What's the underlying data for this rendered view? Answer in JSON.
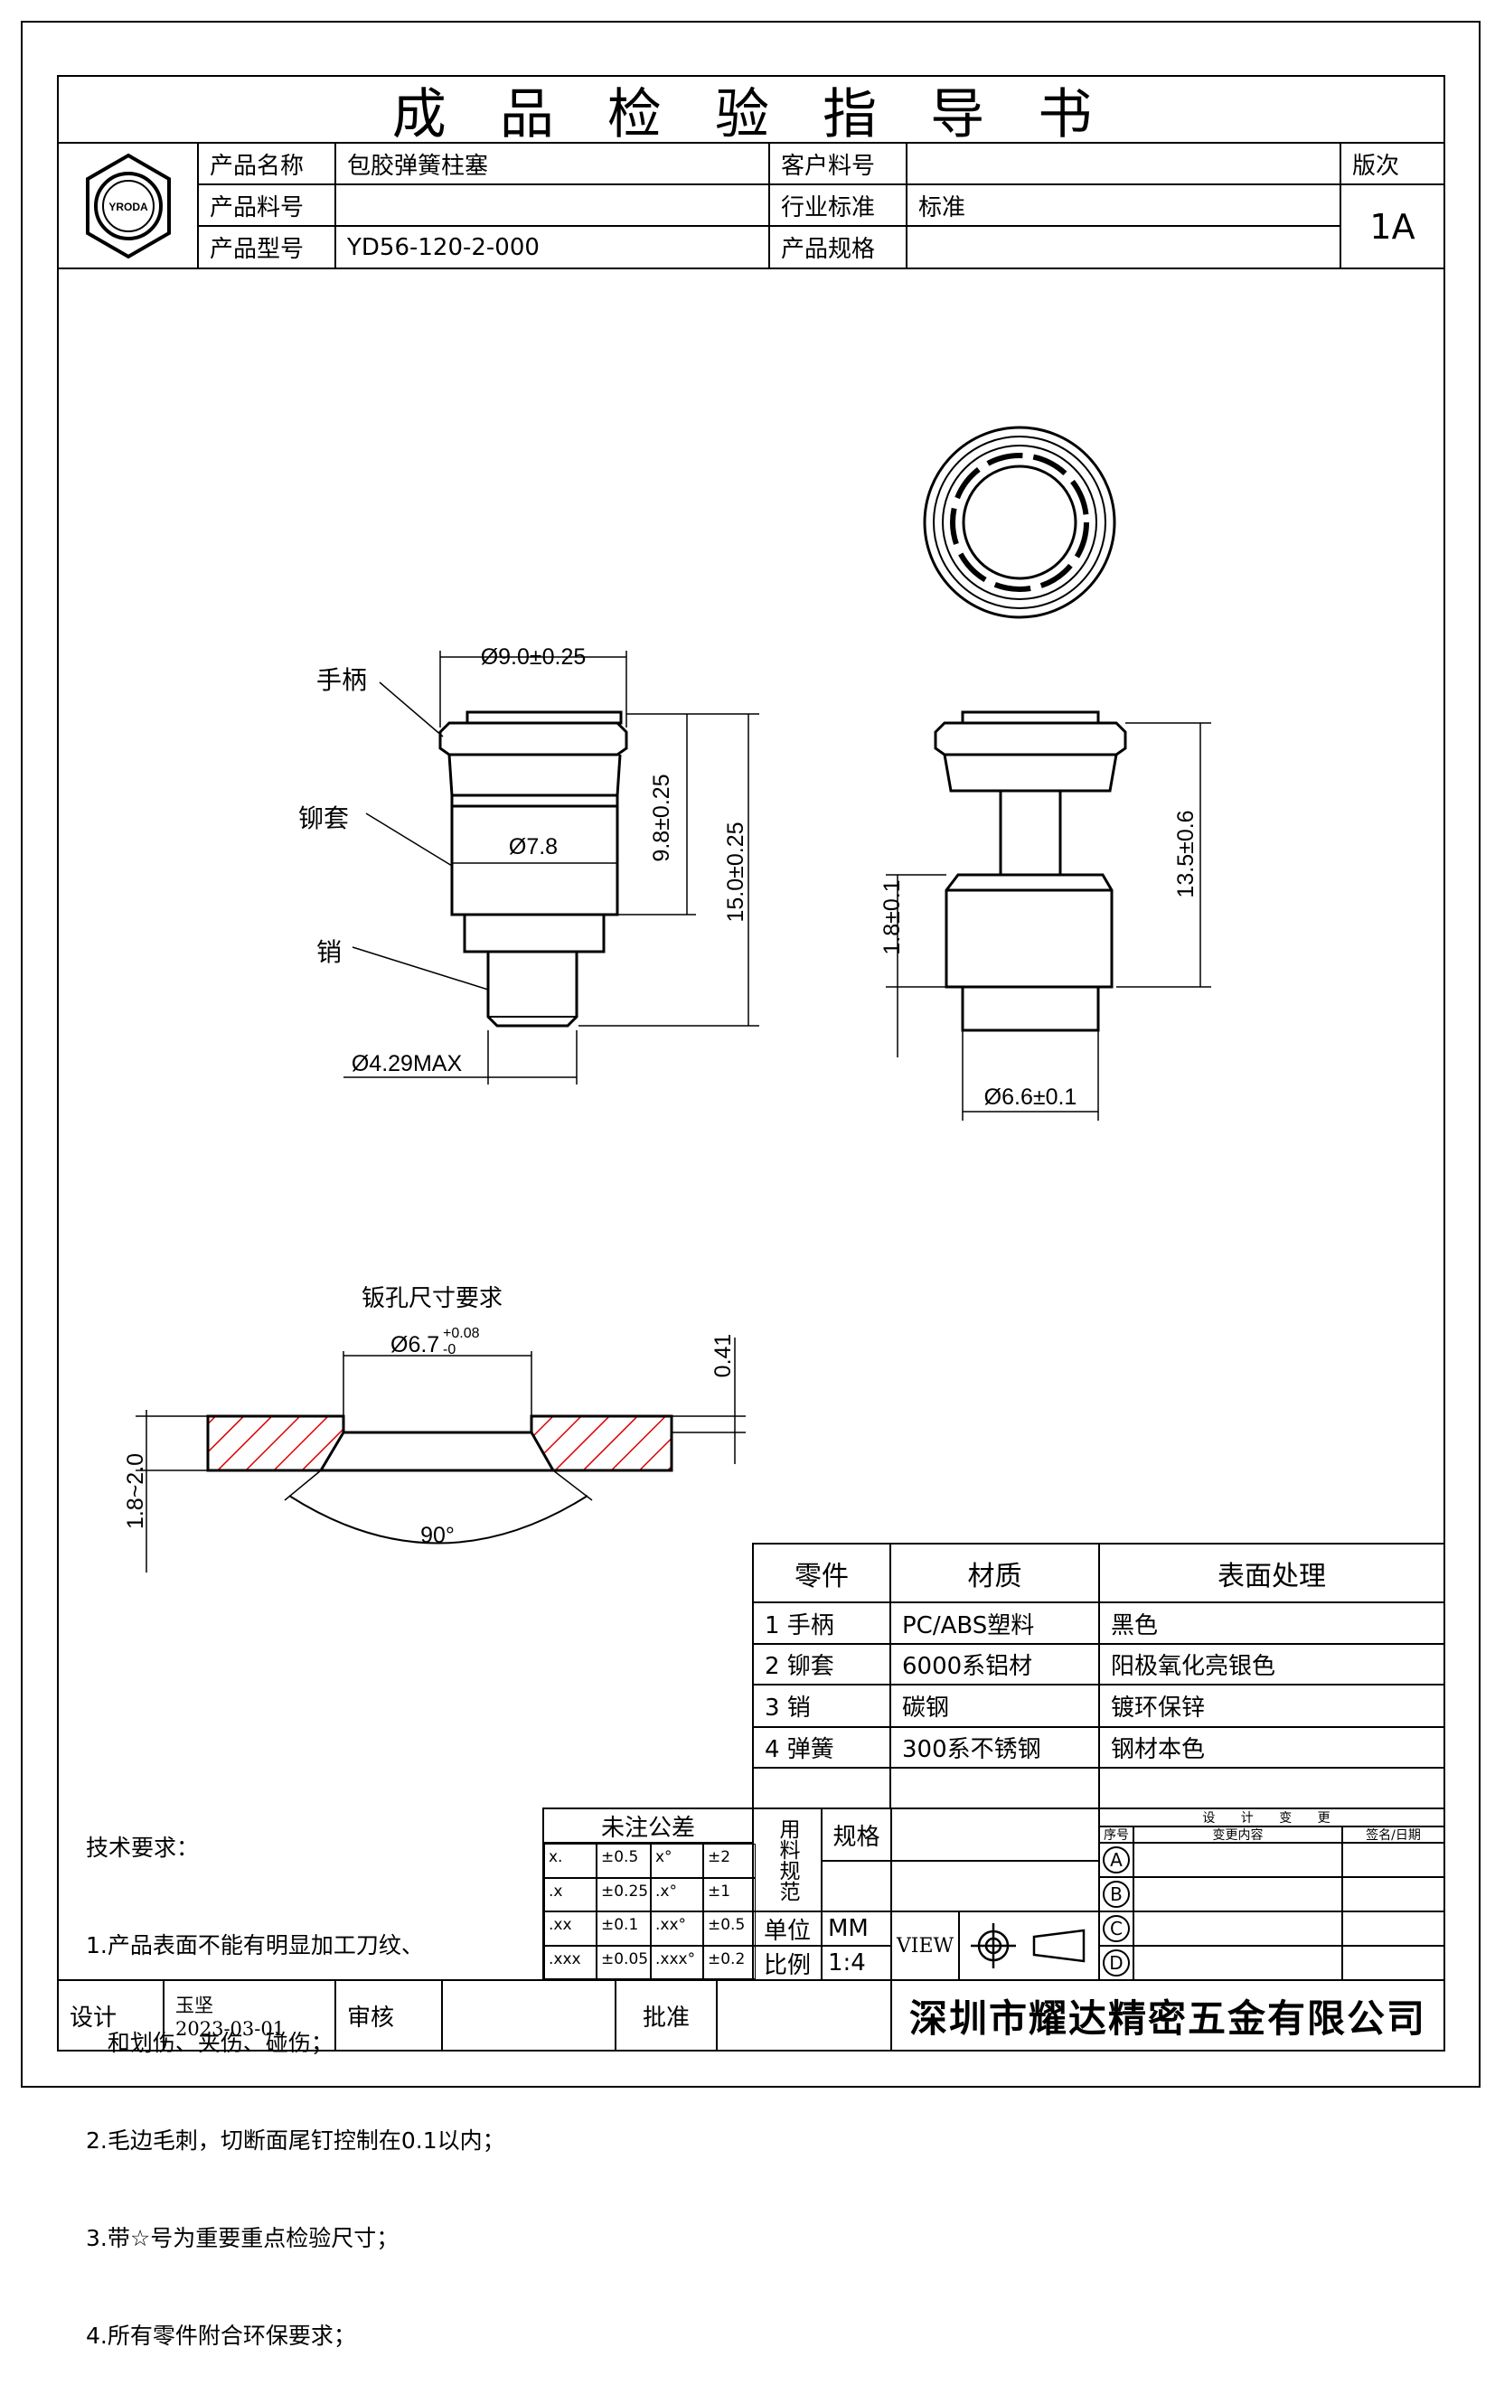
{
  "title": "成 品 检 验 指 导 书",
  "logo_text": "YRODA",
  "header": {
    "product_name_label": "产品名称",
    "product_name": "包胶弹簧柱塞",
    "product_no_label": "产品料号",
    "product_no": "",
    "product_model_label": "产品型号",
    "product_model": "YD56-120-2-000",
    "customer_no_label": "客户料号",
    "customer_no": "",
    "industry_std_label": "行业标准",
    "industry_std": "标准",
    "spec_label": "产品规格",
    "spec": "",
    "revision_label": "版次",
    "revision": "1A"
  },
  "drawing": {
    "callouts": [
      "手柄",
      "铆套",
      "销"
    ],
    "dims": {
      "d_handle": "Ø9.0±0.25",
      "d_sleeve": "Ø7.8",
      "h_upper": "9.8±0.25",
      "h_total": "15.0±0.25",
      "d_pin": "Ø4.29MAX",
      "h_right": "13.5±0.6",
      "h_small": "1.8±0.1",
      "d_bottom": "Ø6.6±0.1"
    },
    "hole": {
      "title": "钣孔尺寸要求",
      "diameter": "Ø6.7",
      "tol_plus": "+0.08",
      "tol_minus": "-0",
      "thickness": "0.41",
      "plate": "1.8~2.0",
      "angle": "90°"
    }
  },
  "parts_table": {
    "headers": [
      "零件",
      "材质",
      "表面处理"
    ],
    "rows": [
      {
        "part": "1  手柄",
        "material": "PC/ABS塑料",
        "finish": "黑色"
      },
      {
        "part": "2  铆套",
        "material": "6000系铝材",
        "finish": "阳极氧化亮银色"
      },
      {
        "part": "3  销",
        "material": "碳钢",
        "finish": "镀环保锌"
      },
      {
        "part": "4  弹簧",
        "material": "300系不锈钢",
        "finish": "钢材本色"
      }
    ]
  },
  "tech_requirements": {
    "title": "技术要求：",
    "items": [
      "1.产品表面不能有明显加工刀纹、",
      "   和划伤、夹伤、碰伤；",
      "2.毛边毛刺，切断面尾钉控制在0.1以内；",
      "3.带☆号为重要重点检验尺寸；",
      "4.所有零件附合环保要求；"
    ]
  },
  "tolerance": {
    "title": "未注公差",
    "rows": [
      [
        "x.",
        "±0.5",
        "x°",
        "±2"
      ],
      [
        ".x",
        "±0.25",
        ".x°",
        "±1"
      ],
      [
        ".xx",
        "±0.1",
        ".xx°",
        "±0.5"
      ],
      [
        ".xxx",
        "±0.05",
        ".xxx°",
        "±0.2"
      ]
    ]
  },
  "material_spec": {
    "label": "用料规范",
    "spec_label": "规格",
    "spec": "",
    "unit_label": "单位",
    "unit": "MM",
    "scale_label": "比例",
    "scale": "1:4",
    "view_label": "VIEW"
  },
  "design_change": {
    "title": "设 计 变 更",
    "col_no": "序号",
    "col_content": "变更内容",
    "col_sign": "签名/日期",
    "marks": [
      "A",
      "B",
      "C",
      "D"
    ]
  },
  "footer": {
    "design_label": "设计",
    "designer": "玉坚",
    "date": "2023-03-01",
    "review_label": "审核",
    "reviewer": "",
    "approve_label": "批准",
    "approver": "",
    "company": "深圳市耀达精密五金有限公司"
  }
}
